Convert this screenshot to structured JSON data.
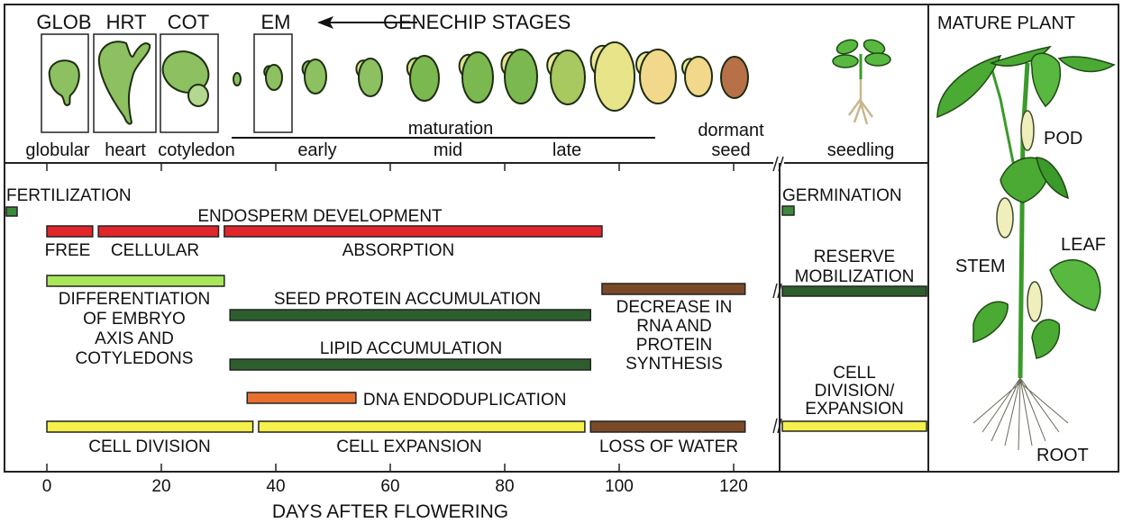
{
  "header": {
    "genechip_title": "GENECHIP STAGES",
    "box_labels": [
      "GLOB",
      "HRT",
      "COT",
      "EM"
    ],
    "stage_labels": [
      "globular",
      "heart",
      "cotyledon"
    ],
    "maturation_label": "maturation",
    "maturation_substages": [
      "early",
      "mid",
      "late"
    ],
    "dormant_label_1": "dormant",
    "dormant_label_2": "seed",
    "seedling_label": "seedling"
  },
  "mature_plant": {
    "title": "MATURE PLANT",
    "parts": [
      "POD",
      "LEAF",
      "STEM",
      "ROOT"
    ]
  },
  "colors": {
    "red": "#e0262a",
    "light_green": "#a8e65a",
    "dark_green": "#2e5e2e",
    "orange": "#e8702e",
    "yellow": "#f5f04a",
    "brown": "#7a4a28",
    "marker_green": "#3a8a3a"
  },
  "chart_data": {
    "type": "timeline",
    "xlabel": "DAYS AFTER FLOWERING",
    "x_ticks": [
      0,
      20,
      40,
      60,
      80,
      100,
      120
    ],
    "xlim": [
      -7,
      128
    ],
    "rows": [
      {
        "name": "FERTILIZATION",
        "start": -6,
        "end": -4,
        "color": "marker_green",
        "label": "FERTILIZATION"
      },
      {
        "name": "ENDOSPERM DEVELOPMENT",
        "title": "ENDOSPERM DEVELOPMENT",
        "segments": [
          {
            "label": "FREE",
            "start": 0,
            "end": 8,
            "color": "red"
          },
          {
            "label": "CELLULAR",
            "start": 9,
            "end": 30,
            "color": "red"
          },
          {
            "label": "ABSORPTION",
            "start": 31,
            "end": 97,
            "color": "red"
          }
        ]
      },
      {
        "name": "DIFFERENTIATION OF EMBRYO AXIS AND COTYLEDONS",
        "start": 0,
        "end": 31,
        "color": "light_green",
        "label_lines": [
          "DIFFERENTIATION",
          "OF EMBRYO",
          "AXIS AND",
          "COTYLEDONS"
        ]
      },
      {
        "name": "SEED PROTEIN ACCUMULATION",
        "start": 32,
        "end": 95,
        "color": "dark_green",
        "label": "SEED PROTEIN ACCUMULATION"
      },
      {
        "name": "LIPID ACCUMULATION",
        "start": 32,
        "end": 95,
        "color": "dark_green",
        "label": "LIPID ACCUMULATION"
      },
      {
        "name": "DECREASE IN RNA AND PROTEIN SYNTHESIS",
        "start": 97,
        "end": 122,
        "color": "brown",
        "label_lines": [
          "DECREASE IN",
          "RNA AND",
          "PROTEIN",
          "SYNTHESIS"
        ]
      },
      {
        "name": "DNA ENDODUPLICATION",
        "start": 35,
        "end": 54,
        "color": "orange",
        "label": "DNA ENDODUPLICATION"
      },
      {
        "name": "CELL DIVISION / EXPANSION / LOSS OF WATER",
        "segments": [
          {
            "label": "CELL DIVISION",
            "start": 0,
            "end": 36,
            "color": "yellow"
          },
          {
            "label": "CELL EXPANSION",
            "start": 37,
            "end": 94,
            "color": "yellow"
          },
          {
            "label": "LOSS OF WATER",
            "start": 95,
            "end": 122,
            "color": "brown"
          }
        ]
      }
    ],
    "seedling_rows": [
      {
        "label": "GERMINATION",
        "color": "marker_green"
      },
      {
        "label_lines": [
          "RESERVE",
          "MOBILIZATION"
        ],
        "color": "dark_green"
      },
      {
        "label_lines": [
          "CELL",
          "DIVISION/",
          "EXPANSION"
        ],
        "color": "yellow"
      }
    ]
  }
}
